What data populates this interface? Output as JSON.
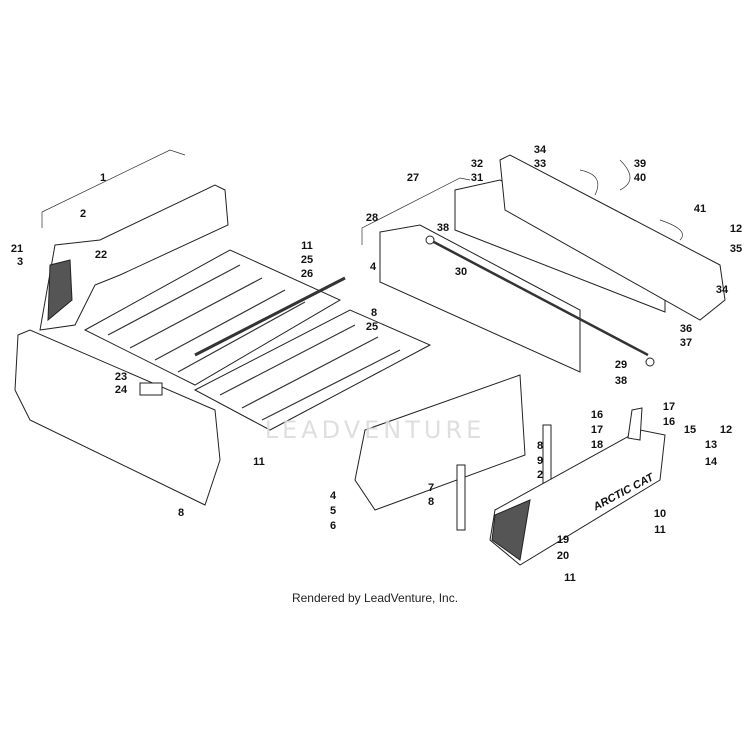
{
  "diagram": {
    "watermark": "LEADVENTURE",
    "footer": "Rendered by LeadVenture, Inc.",
    "decal_text": "ARCTIC CAT",
    "callouts": [
      "1",
      "2",
      "21",
      "3",
      "22",
      "11",
      "25",
      "26",
      "8",
      "25",
      "23",
      "24",
      "11",
      "8",
      "27",
      "28",
      "4",
      "38",
      "30",
      "32",
      "31",
      "33",
      "34",
      "39",
      "40",
      "41",
      "12",
      "35",
      "34",
      "36",
      "37",
      "29",
      "38",
      "16",
      "17",
      "18",
      "17",
      "16",
      "15",
      "12",
      "13",
      "14",
      "8",
      "9",
      "7",
      "8",
      "4",
      "5",
      "6",
      "2",
      "10",
      "11",
      "19",
      "20",
      "11"
    ]
  }
}
